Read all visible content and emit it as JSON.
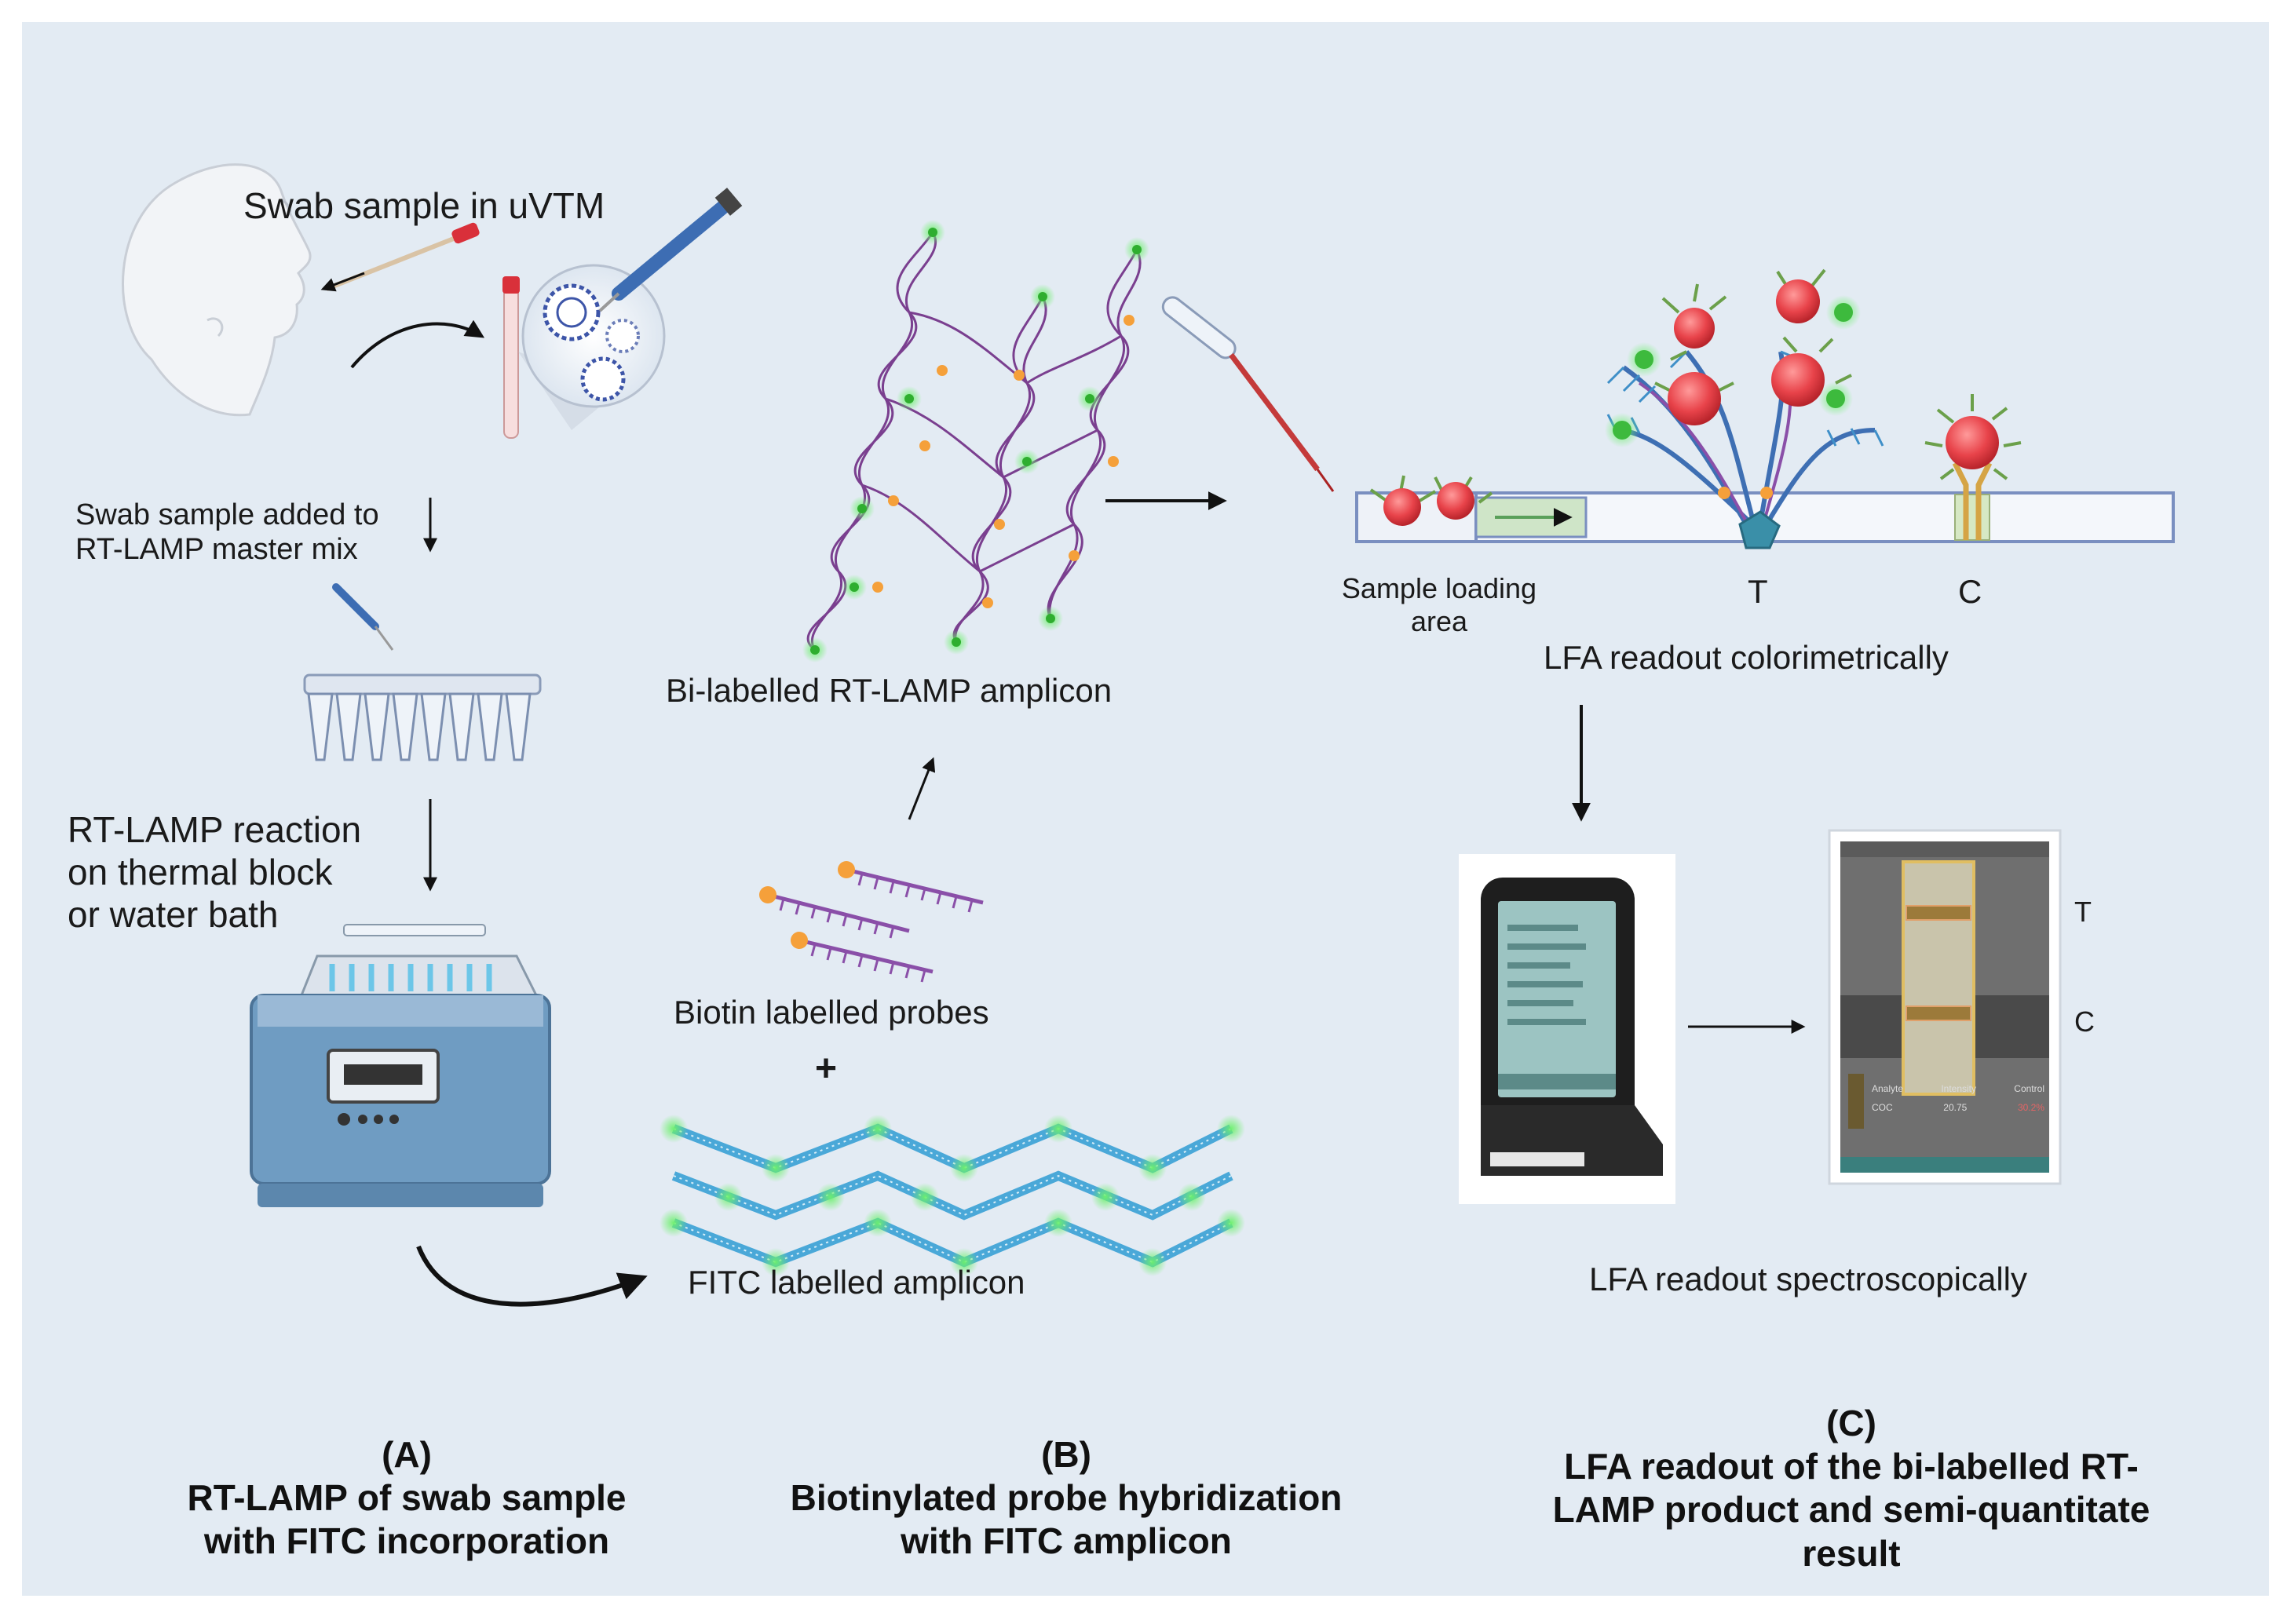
{
  "labels": {
    "swab_sample": "Swab sample in uVTM",
    "swab_added_line1": "Swab sample added to",
    "swab_added_line2": "RT-LAMP master mix",
    "reaction_line1": "RT-LAMP reaction",
    "reaction_line2": "on thermal block",
    "reaction_line3": "or water bath",
    "bi_labelled": "Bi-labelled RT-LAMP amplicon",
    "biotin_probes": "Biotin labelled probes",
    "plus": "+",
    "fitc_amplicon": "FITC labelled amplicon",
    "sample_loading_line1": "Sample loading",
    "sample_loading_line2": "area",
    "t_line": "T",
    "c_line": "C",
    "lfa_colorimetric": "LFA readout colorimetrically",
    "lfa_spectroscopic": "LFA readout spectroscopically",
    "phone_t": "T",
    "phone_c": "C"
  },
  "panels": {
    "a": {
      "letter": "(A)",
      "line1": "RT-LAMP of swab sample",
      "line2": "with FITC incorporation"
    },
    "b": {
      "letter": "(B)",
      "line1": "Biotinylated probe hybridization",
      "line2": "with FITC amplicon"
    },
    "c": {
      "letter": "(C)",
      "line1": "LFA readout of the bi-labelled RT-",
      "line2": "LAMP product and semi-quantitate",
      "line3": "result"
    }
  },
  "phone_table": {
    "headers": [
      "Analyte",
      "Intensity",
      "Control"
    ],
    "row": [
      "COC",
      "20.75",
      "30.2%"
    ]
  },
  "colors": {
    "background": "#e3ebf3",
    "gold_particle": "#e8434a",
    "fitc_green": "#3ec43e",
    "biotin_orange": "#f5a03a",
    "probe_purple": "#8a4fa8",
    "antibody_blue": "#3e6fb3",
    "strip_outline": "#7a8fc0"
  }
}
